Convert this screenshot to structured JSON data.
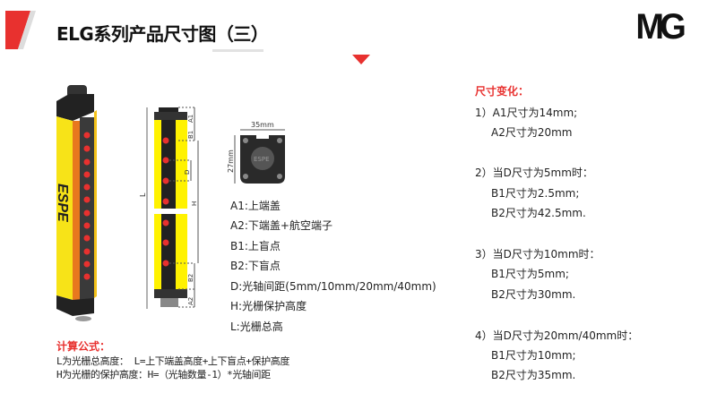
{
  "header": {
    "title": "ELG系列产品尺寸图（三）",
    "logo": "MG",
    "accent": "#e8312f"
  },
  "product": {
    "brand": "ESPE"
  },
  "diagram": {
    "labels": [
      "A1",
      "B1",
      "D",
      "H",
      "L",
      "B2",
      "A2"
    ],
    "width_label": "35mm",
    "height_label": "27mm",
    "endcap_text": "ESPE"
  },
  "legend": [
    "A1:上端盖",
    "A2:下端盖+航空端子",
    "B1:上盲点",
    "B2:下盲点",
    "D:光轴间距(5mm/10mm/20mm/40mm)",
    "H:光栅保护高度",
    "L:光栅总高"
  ],
  "formula": {
    "title": "计算公式：",
    "lines": [
      "L为光栅总高度：  L=上下端盖高度+上下盲点+保护高度",
      "H为光栅的保护高度：H=（光轴数量-1）*光轴间距"
    ]
  },
  "changes": {
    "title": "尺寸变化：",
    "groups": [
      {
        "head": "1）A1尺寸为14mm;",
        "items": [
          "A2尺寸为20mm"
        ]
      },
      {
        "head": "2）当D尺寸为5mm时：",
        "items": [
          "B1尺寸为2.5mm;",
          "B2尺寸为42.5mm."
        ]
      },
      {
        "head": "3）当D尺寸为10mm时：",
        "items": [
          "B1尺寸为5mm;",
          "B2尺寸为30mm."
        ]
      },
      {
        "head": "4）当D尺寸为20mm/40mm时：",
        "items": [
          "B1尺寸为10mm;",
          "B2尺寸为35mm."
        ]
      }
    ]
  }
}
